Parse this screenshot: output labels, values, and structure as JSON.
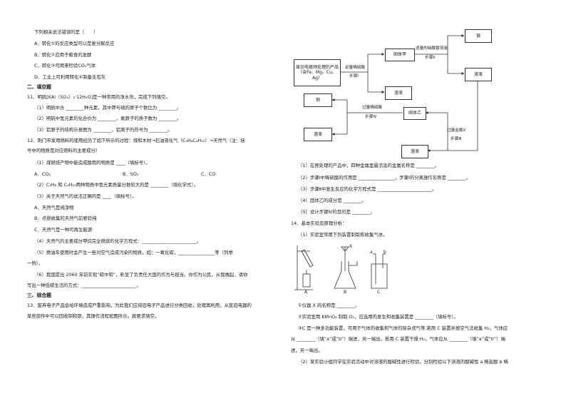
{
  "left_column": {
    "intro": "下列相关说法错误的是（　　）",
    "options": [
      "A．转化①的反应类型可以是复分解反应",
      "B．转化②应用于粮食的发酵",
      "C．转化③可用来检验CO₂气体",
      "D．工业上可利用转化④制备生石灰"
    ],
    "section2": "二、填空题",
    "q11": {
      "stem": "11．明矾[KAl（SO₄）₂·12H₂O]是一种常用的净水剂，完成下列填空。",
      "parts": [
        "（1）明矾中含 ________种元素，其中钾与硫的原子个数比为 ________。",
        "（2）明矾中氢元素的化合价为 ________，氧原子的质子数为 ________。",
        "（3）铝原子的结构示意图为 ________，铝离子的符号为 ________。"
      ]
    },
    "q12": {
      "stem": "12．荆门市家用燃料的使用经历了如下所示的过程：煤和木材→石油液化气（C₃H₈C₄H₁₀）→天然气（注：括",
      "stem2": "号中的物质是对应燃料的主要成分）",
      "p1": "（1）煤燃烧产物中能造成酸雨的物质是 ____（填标号）。",
      "p1_opts": [
        "A．CO₂",
        "B．SO₂",
        "C．CO"
      ],
      "p2": "（2）C₃H₈ 和 C₄H₁₀两种物质中氢元素质量分数较大的是 ________（填化学式）。",
      "p3": "（3）关于天然气的说法正确的是 ____（填标号）。",
      "p3_opts": [
        "A．天然气是纯净物",
        "B．点燃收集的天然气前要验纯",
        "C．天然气是一种可再生能源"
      ],
      "p4": "（4）天然气的主要成分甲烷完全燃烧的化学方程式：________________________。",
      "p5": "（5）燃油车使用时会产生一些对空气造成污染的物质，如：一氧化碳，________________等（列举",
      "p5b": "一例）。",
      "p6": "（6）我国提出 2060 年前实现“碳中和”，彰显了负责任大国的作为与担当。你作为公民，从我做起，请你",
      "p6b": "写出一种低碳生活的方式：________________________。"
    },
    "section3": "三、综合题",
    "q13": {
      "stem": "13．废弃电子产品会给环境造成严重影响，为此我们应将旧电子产品进行分类回收，处理再利用，从废旧电器的",
      "stem2": "某些部件中可以回收铜和银，其操作流程如图所示。按要求填空。"
    }
  },
  "flowchart": {
    "start": "废旧电器预处理的产品（含Fe、Mg、Cu、Ag）",
    "acid": "足量稀硫酸",
    "step1": "步骤Ⅰ",
    "solid_a": "固体甲",
    "silver_nitrate": "适量的硝酸银溶液",
    "step2": "步骤Ⅱ",
    "silver": "银",
    "solution1": "溶液",
    "solution2": "溶液",
    "metal": "过量金属X",
    "step3": "步骤Ⅲ",
    "solution3": "溶液",
    "solid_b": "固体乙",
    "excess_acid": "过量稀硫酸",
    "step4": "步骤Ⅳ",
    "copper": "铜",
    "solution4": "溶液"
  },
  "right_column": {
    "q13_parts": [
      "（1）在预处理的产品中，四种金属里最活泼的金属名称是 ________。",
      "（2）步骤Ⅰ中稀硫酸的作用是 ________________，步骤Ⅰ的分离操作名称是 ________。",
      "（3）步骤Ⅱ中发生反应的化学方程式是 ________________________。",
      "（4）固体乙的成分是 ________。",
      "（5）设计步骤Ⅳ的目的是 ________。"
    ],
    "q14": {
      "stem": "14．基本实验及原理分析：",
      "p1": "（1）实验室常用下列装置制取和收集气体。",
      "labels": [
        "A",
        "B",
        "C"
      ],
      "x_label": "X",
      "a_label": "a",
      "b_label": "b",
      "lines": [
        "①仪器 X 的名称是 ________。",
        "②实验室用 KMnO₄ 制取 O₂，应选用的发生和收集装置是 ________（填标号）。",
        "③C 是一种多功能装置，可用于气体的收集和气体的除杂洗气等.若用 C 装置并按空气法收集 H₂，气体应",
        "从 ________（填“a”或“b”）端进，另一端出。若用 C 装置干燥 H₂，气体应从 ________（填“a”或“b”）端",
        "进，另一端出。",
        "（2）某实验小组同学在实验活动中对溶液的酸碱性进行检验，分别检验以下溶液的酸碱性 a 稀盐酸 b 稀"
      ]
    }
  }
}
